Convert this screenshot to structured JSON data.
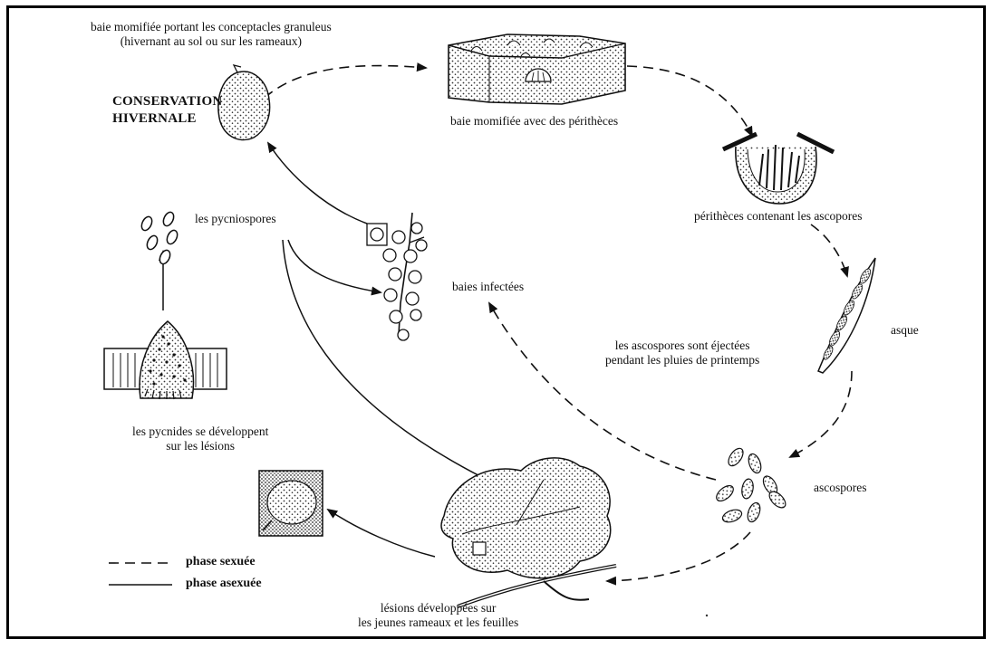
{
  "title": [
    "CONSERVATION",
    "HIVERNALE"
  ],
  "labels": {
    "mummified_berry": [
      "baie momifiée portant les conceptacles granuleus",
      "(hivernant au sol ou sur les rameaux)"
    ],
    "berry_perithecia": "baie momifiée avec des périthèces",
    "perithecia_ascospores": "périthèces contenant les ascopores",
    "ascus": "asque",
    "ejected": [
      "les ascospores sont éjectées",
      "pendant les pluies de printemps"
    ],
    "ascospores": "ascospores",
    "lesions": [
      "lésions développées sur",
      "les jeunes rameaux et les feuilles"
    ],
    "pycnidia": [
      "les pycnides se développent",
      "sur les lésions"
    ],
    "pycniospores": "les pycniospores",
    "infected_berries": "baies infectées"
  },
  "legend": {
    "sexual": "phase sexuée",
    "asexual": "phase asexuée"
  }
}
